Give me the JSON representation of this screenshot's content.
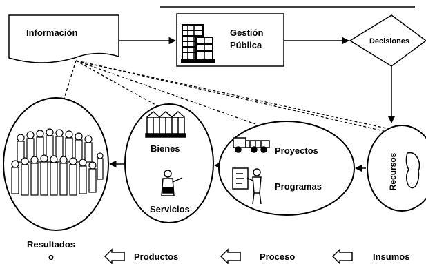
{
  "diagram": {
    "informacion": "Información",
    "gestion_line1": "Gestión",
    "gestion_line2": "Pública",
    "decisiones": "Decisiones",
    "bienes": "Bienes",
    "servicios": "Servicios",
    "proyectos": "Proyectos",
    "programas": "Programas",
    "recursos": "Recursos",
    "resultados_line1": "Resultados",
    "resultados_line2": "o",
    "legend": {
      "productos": "Productos",
      "proceso": "Proceso",
      "insumos": "Insumos"
    }
  }
}
